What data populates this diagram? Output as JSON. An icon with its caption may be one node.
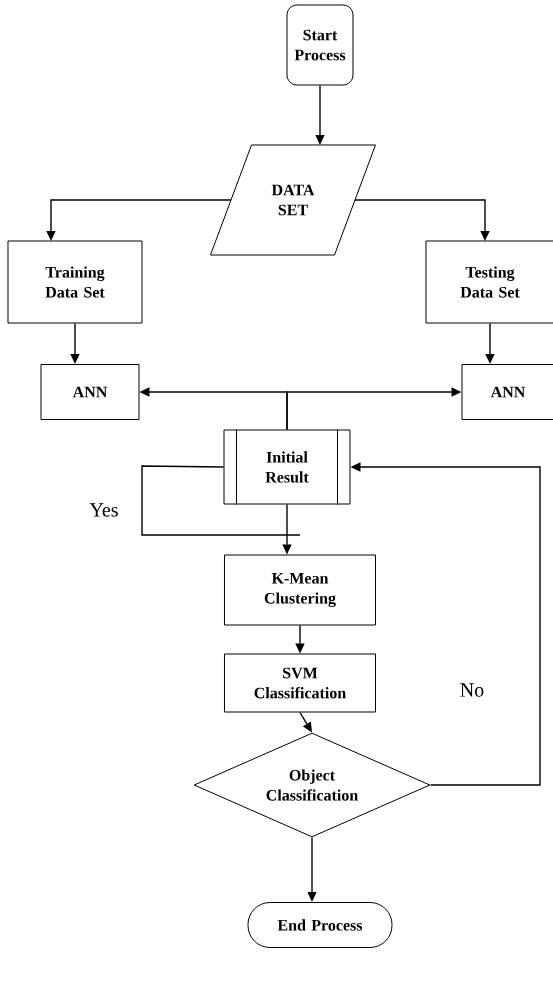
{
  "diagram": {
    "nodes": [
      {
        "text": [
          "Start Process"
        ]
      },
      {
        "text": [
          "DATA SET"
        ]
      },
      {
        "text": [
          "Training Data Set"
        ]
      },
      {
        "text": [
          "Testing Data Set"
        ]
      },
      {
        "text": [
          "ANN"
        ]
      },
      {
        "text": [
          "ANN"
        ]
      },
      {
        "text": [
          "Initial Result"
        ]
      },
      {
        "text": [
          "K-Mean Clustering"
        ]
      },
      {
        "text": [
          "SVM Classification"
        ]
      },
      {
        "text": [
          "Object Classification"
        ]
      },
      {
        "text": [
          "End Process"
        ]
      }
    ],
    "edges": [
      {
        "from": 0,
        "to": 1,
        "arrow": "to"
      },
      {
        "from": 1,
        "to": 2,
        "arrow": "to"
      },
      {
        "from": 1,
        "to": 3,
        "arrow": "to"
      },
      {
        "from": 2,
        "to": 4,
        "arrow": "to"
      },
      {
        "from": 3,
        "to": 5,
        "arrow": "to"
      },
      {
        "from": 6,
        "to": 4,
        "arrow": "to"
      },
      {
        "from": 6,
        "to": 5,
        "arrow": "to"
      },
      {
        "from": 6,
        "to": 7,
        "arrow": "to"
      },
      {
        "from": 6,
        "to": 7,
        "arrow": "none",
        "label": "Yes"
      },
      {
        "from": 7,
        "to": 8,
        "arrow": "to"
      },
      {
        "from": 8,
        "to": 9,
        "arrow": "to"
      },
      {
        "from": 9,
        "to": 6,
        "arrow": "to",
        "label": "No"
      },
      {
        "from": 9,
        "to": 10,
        "arrow": "to"
      }
    ]
  }
}
